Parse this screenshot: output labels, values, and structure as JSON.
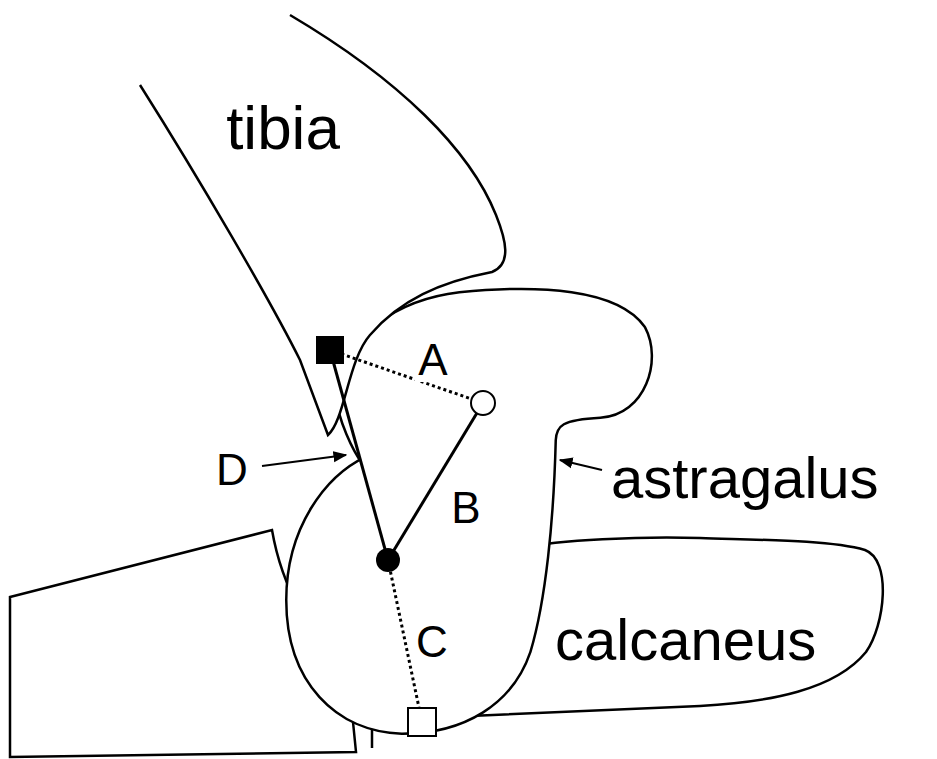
{
  "diagram": {
    "labels": [
      "tibia",
      "A",
      "D",
      "B",
      "astragalus",
      "C",
      "calcaneus"
    ]
  }
}
